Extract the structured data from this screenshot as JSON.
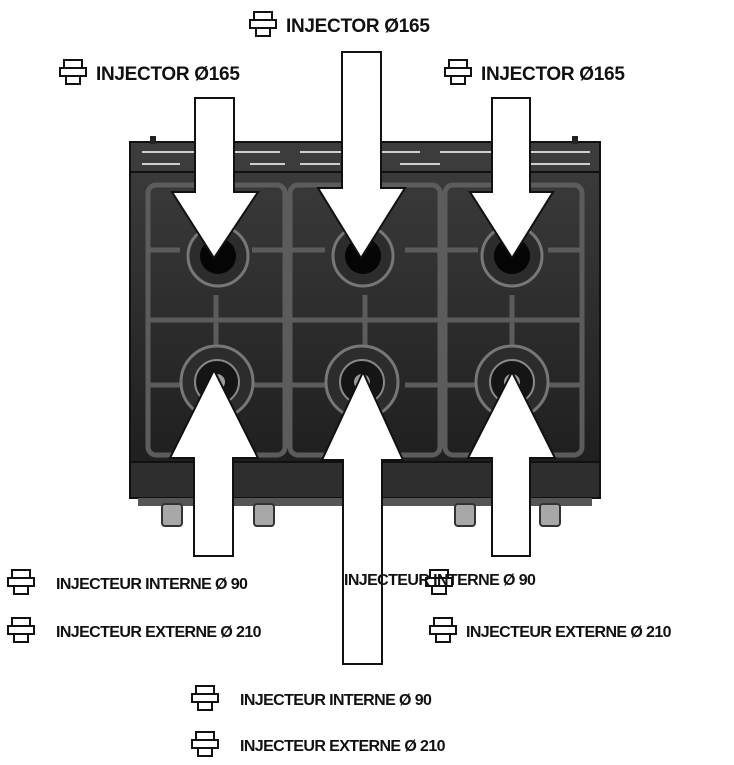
{
  "icon": "injector-nozzle-icon",
  "colors": {
    "frame": "#2b2b2b",
    "grate": "#4a4a4a",
    "arrow_fill": "#ffffff",
    "arrow_stroke": "#111111",
    "text": "#111111"
  },
  "labels": {
    "top_left": "INJECTOR Ø165",
    "top_center": "INJECTOR Ø165",
    "top_right": "INJECTOR Ø165",
    "left_internal": "INJECTEUR INTERNE Ø 90",
    "left_external": "INJECTEUR EXTERNE Ø 210",
    "right_internal": "INJECTEUR INTERNE Ø 90",
    "right_external": "INJECTEUR EXTERNE Ø 210",
    "center_internal": "INJECTEUR INTERNE Ø 90",
    "center_external": "INJECTEUR EXTERNE Ø 210"
  }
}
